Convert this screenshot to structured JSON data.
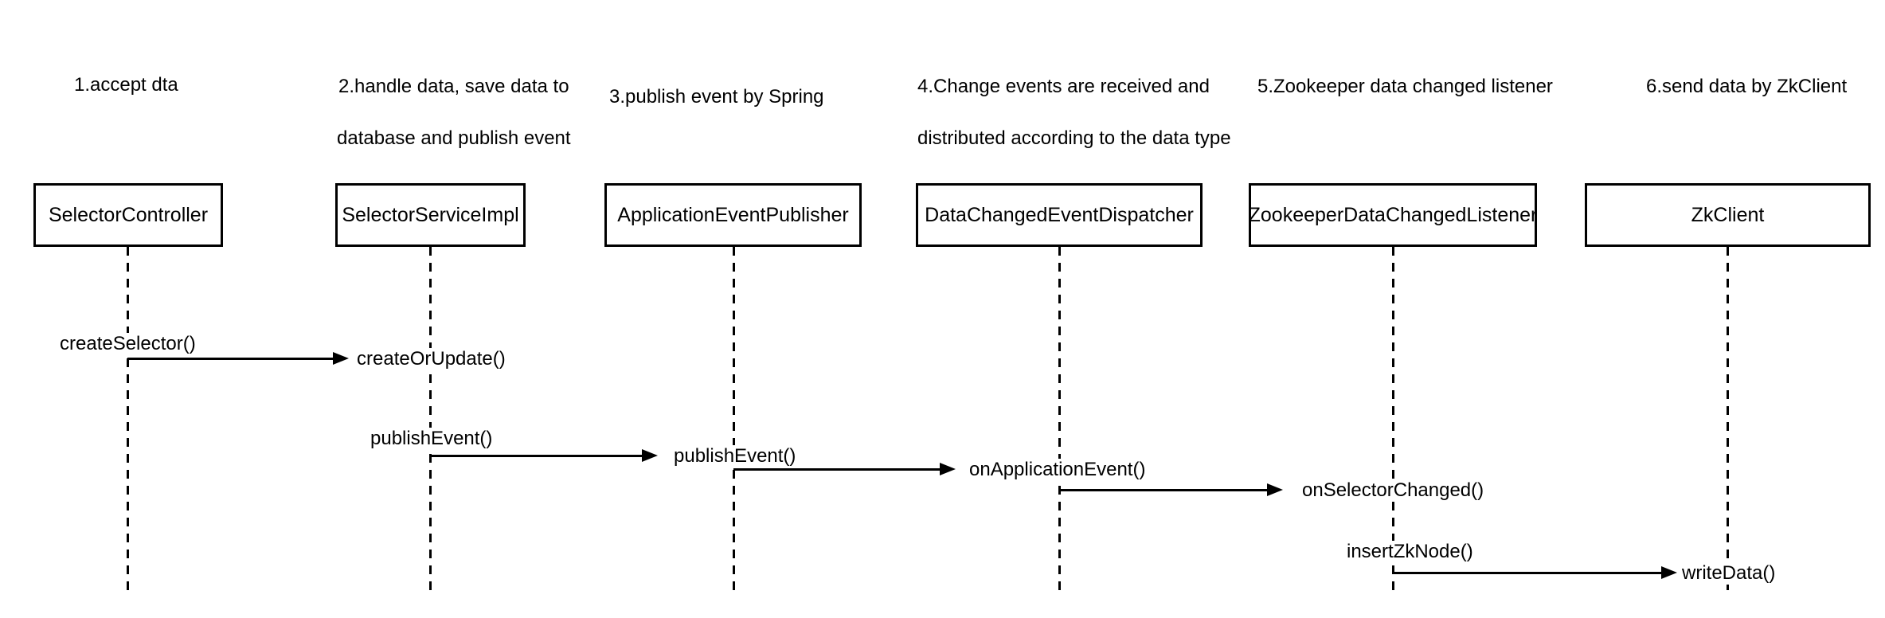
{
  "diagram": {
    "type": "sequence-diagram",
    "colors": {
      "line": "#000000",
      "text": "#000000",
      "background": "#ffffff"
    },
    "annotations": [
      {
        "line1": "1.accept dta"
      },
      {
        "line1": "2.handle data, save data to",
        "line2": "database and publish event"
      },
      {
        "line1": "3.publish event by Spring"
      },
      {
        "line1": "4.Change events are received and",
        "line2": "distributed according to the data type"
      },
      {
        "line1": "5.Zookeeper data changed listener"
      },
      {
        "line1": "6.send data by ZkClient"
      }
    ],
    "participants": [
      {
        "name": "SelectorController"
      },
      {
        "name": "SelectorServiceImpl"
      },
      {
        "name": "ApplicationEventPublisher"
      },
      {
        "name": "DataChangedEventDispatcher"
      },
      {
        "name": "ZookeeperDataChangedListener"
      },
      {
        "name": "ZkClient"
      }
    ],
    "messages": [
      {
        "from": "SelectorController",
        "to": "SelectorServiceImpl",
        "caller_label": "createSelector()",
        "callee_label": "createOrUpdate()"
      },
      {
        "from": "SelectorServiceImpl",
        "to": "ApplicationEventPublisher",
        "caller_label": "publishEvent()",
        "callee_label": "publishEvent()"
      },
      {
        "from": "ApplicationEventPublisher",
        "to": "DataChangedEventDispatcher",
        "caller_label": "",
        "callee_label": "onApplicationEvent()"
      },
      {
        "from": "DataChangedEventDispatcher",
        "to": "ZookeeperDataChangedListener",
        "caller_label": "",
        "callee_label": "onSelectorChanged()"
      },
      {
        "from": "ZookeeperDataChangedListener",
        "to": "ZkClient",
        "caller_label": "insertZkNode()",
        "callee_label": "writeData()"
      }
    ]
  }
}
